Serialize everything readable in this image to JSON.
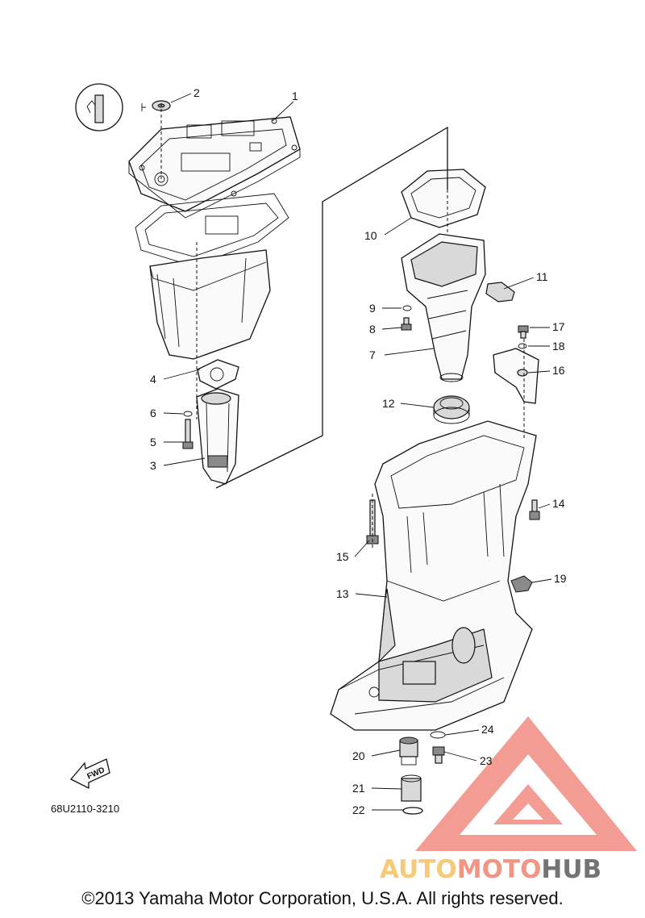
{
  "diagram": {
    "part_code": "68U2110-3210",
    "fwd_label": "FWD",
    "callouts": [
      {
        "n": "1"
      },
      {
        "n": "2"
      },
      {
        "n": "3"
      },
      {
        "n": "4"
      },
      {
        "n": "5"
      },
      {
        "n": "6"
      },
      {
        "n": "7"
      },
      {
        "n": "8"
      },
      {
        "n": "9"
      },
      {
        "n": "10"
      },
      {
        "n": "11"
      },
      {
        "n": "12"
      },
      {
        "n": "13"
      },
      {
        "n": "14"
      },
      {
        "n": "15"
      },
      {
        "n": "16"
      },
      {
        "n": "17"
      },
      {
        "n": "18"
      },
      {
        "n": "19"
      },
      {
        "n": "20"
      },
      {
        "n": "21"
      },
      {
        "n": "22"
      },
      {
        "n": "23"
      },
      {
        "n": "24"
      }
    ]
  },
  "watermark": {
    "part1": "AUTO",
    "part2": "MOTO",
    "part3": "HUB",
    "colors": {
      "auto": "#f7c56a",
      "moto": "#f08a7a",
      "hub": "#666666",
      "triangle": "#f28b82"
    }
  },
  "copyright": "©2013 Yamaha Motor Corporation, U.S.A. All rights reserved."
}
